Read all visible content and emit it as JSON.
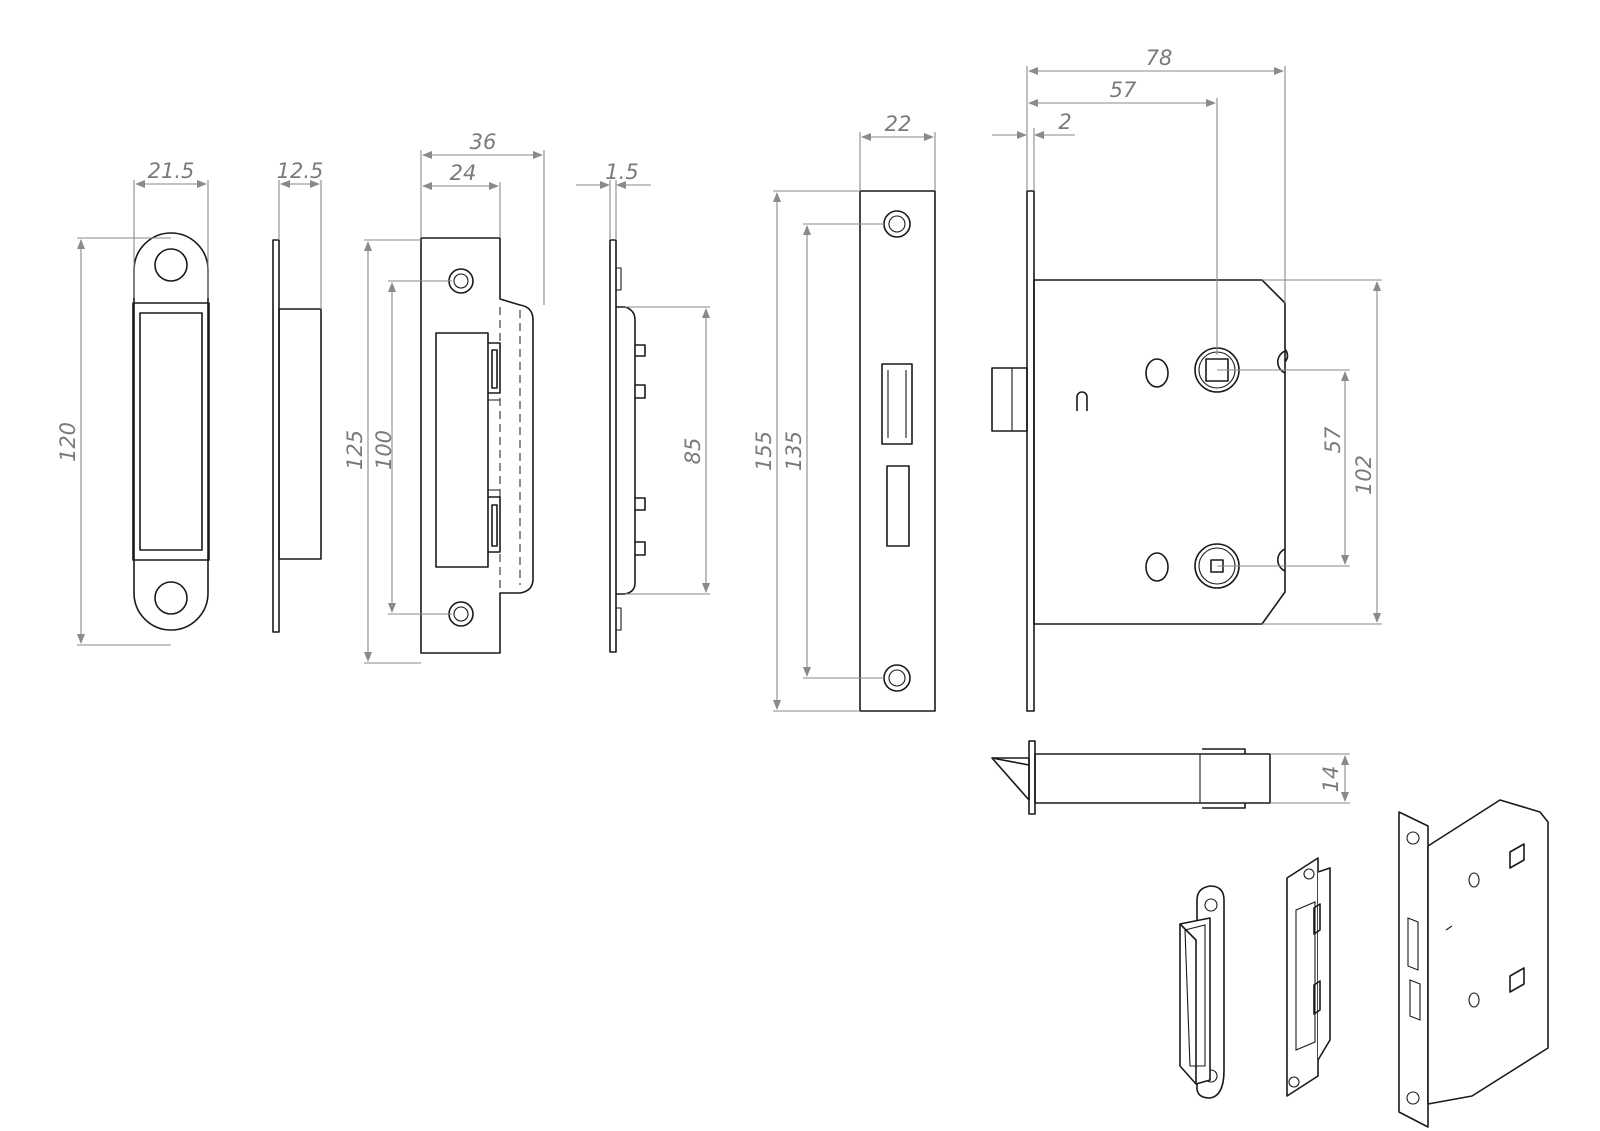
{
  "dimensions": {
    "strike_width": "21.5",
    "strike_height": "120",
    "strike_depth": "12.5",
    "keep_total_width": "36",
    "keep_face_width": "24",
    "keep_height": "125",
    "keep_hole_centers": "100",
    "keep_plate_thickness": "1.5",
    "keep_box_height": "85",
    "forend_width": "22",
    "forend_height": "155",
    "forend_hole_centers": "135",
    "case_overall_depth": "78",
    "backset": "57",
    "forend_thickness": "2",
    "spindle_centers": "57",
    "case_height": "102",
    "case_thickness": "14"
  },
  "icons": {
    "strike_plate": "strike-plate-drawing",
    "flat_keep": "flat-keep-drawing",
    "mortice_latch": "mortice-bathroom-lock-drawing",
    "iso_views": "isometric-product-views"
  }
}
